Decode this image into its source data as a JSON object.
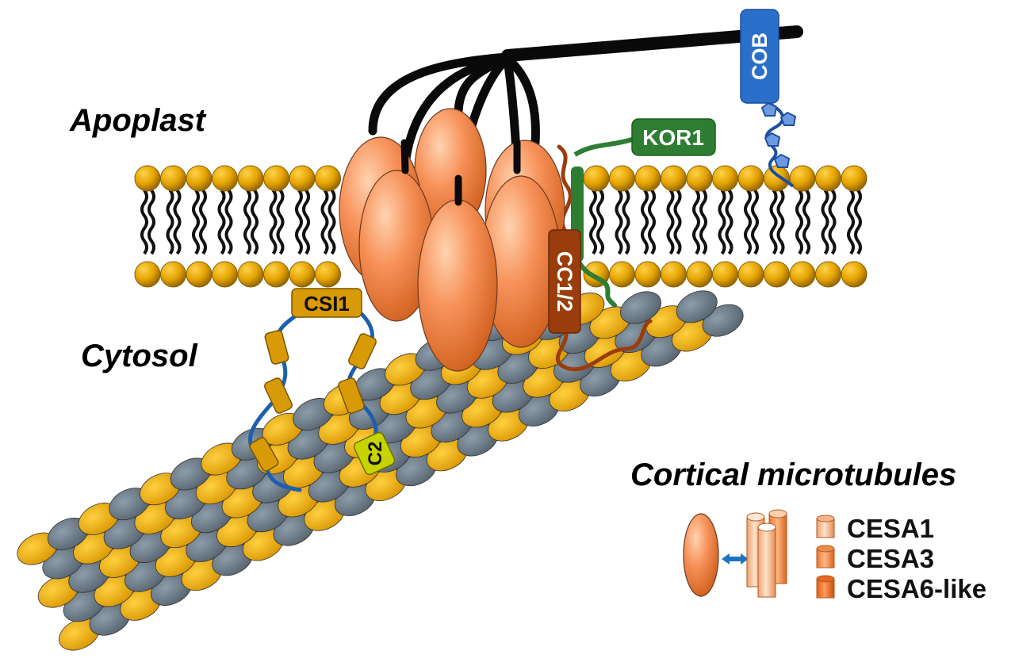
{
  "regions": {
    "apoplast": "Apoplast",
    "cytosol": "Cytosol",
    "microtubules": "Cortical microtubules"
  },
  "proteins": {
    "cob": "COB",
    "kor1": "KOR1",
    "cc": "CC1/2",
    "csi1": "CSI1",
    "c2": "C2"
  },
  "legend": {
    "items": [
      {
        "label": "CESA1",
        "color": "#f6b489"
      },
      {
        "label": "CESA3",
        "color": "#f08a47"
      },
      {
        "label": "CESA6-like",
        "color": "#e8661f"
      }
    ]
  },
  "colors": {
    "cesa": "#f58a4a",
    "lipid_head": "#e3a300",
    "tubulin_alpha": "#eeac0c",
    "tubulin_beta": "#6f7f8e",
    "cob": "#2a6fc9",
    "kor1": "#2e7d32",
    "cc": "#9a3d0c",
    "csi1": "#d99a08",
    "c2": "#c8d400",
    "cellulose": "#0a0a0a"
  }
}
